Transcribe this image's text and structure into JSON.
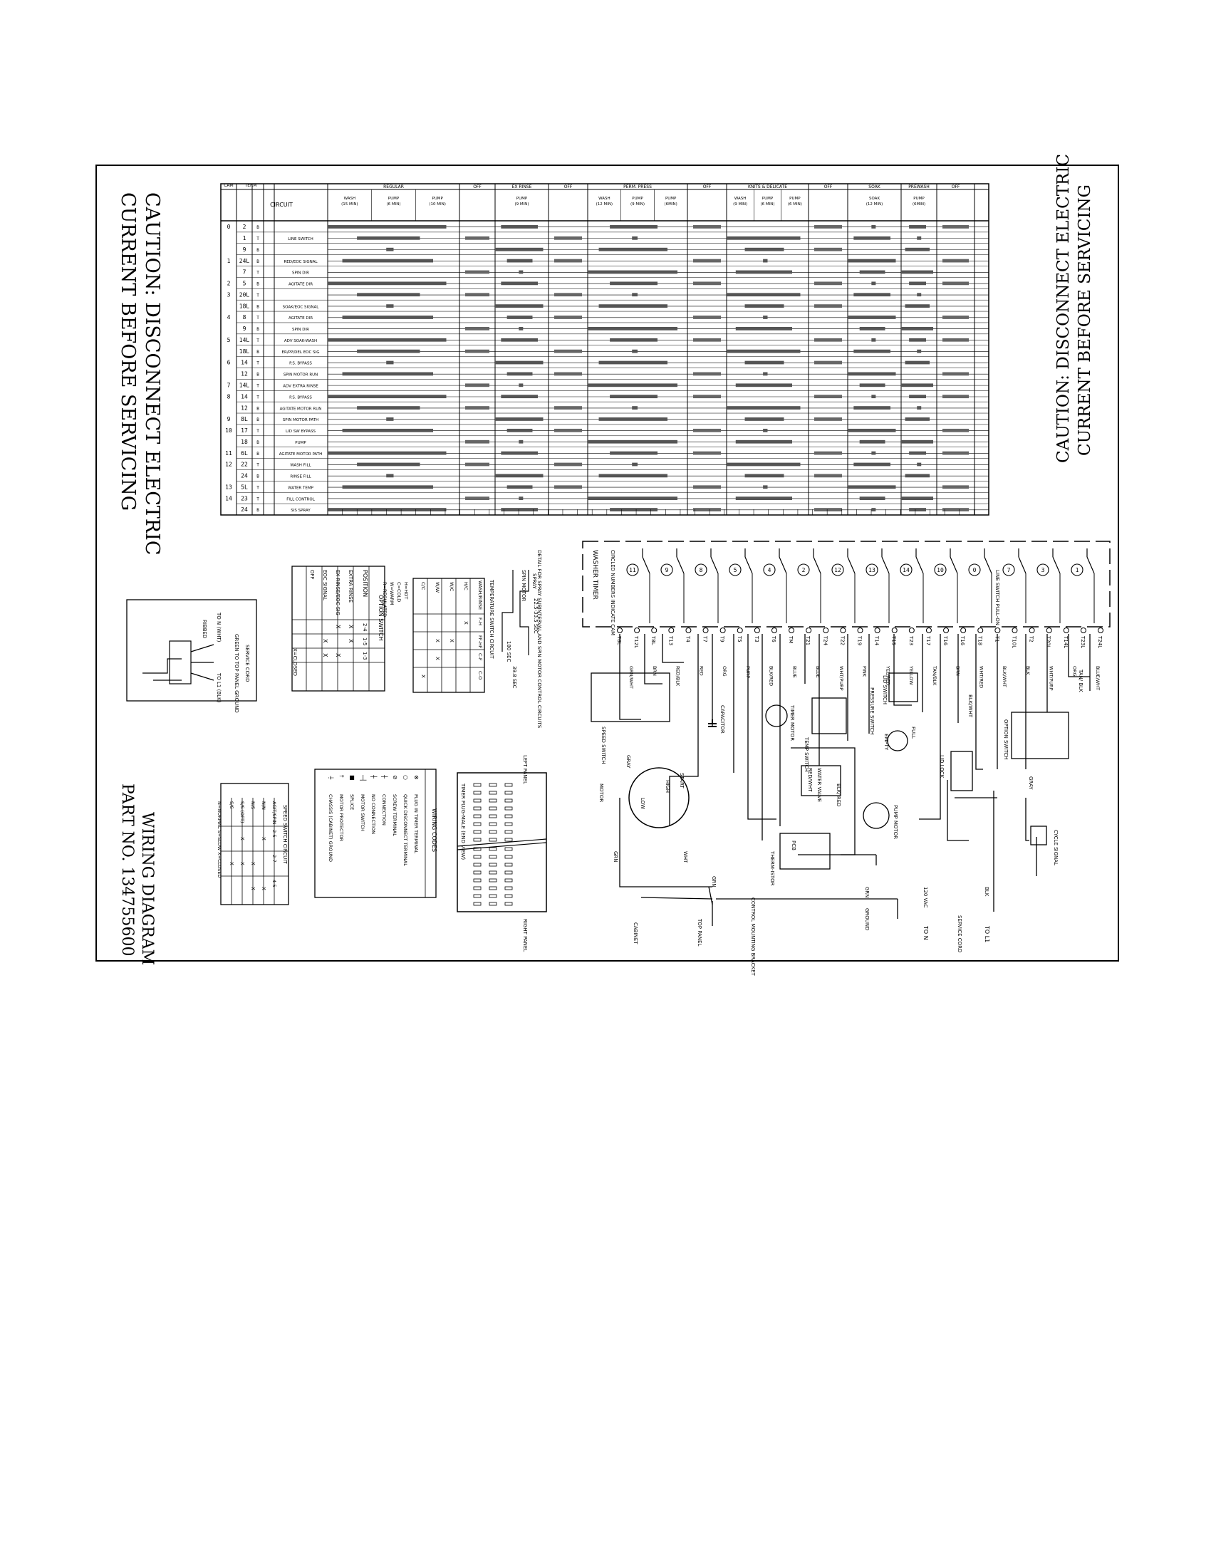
{
  "caution": {
    "line1": "CAUTION: DISCONNECT ELECTRIC",
    "line2": "CURRENT BEFORE SERVICING"
  },
  "title_block": {
    "title": "WIRING DIAGRAM",
    "part_no": "PART NO. 134755600"
  },
  "timer_chart": {
    "header": {
      "cam": "CAM",
      "term": "TERM",
      "circuit": "CIRCUIT"
    },
    "cycles": [
      {
        "name": "REGULAR",
        "cols": [
          "WASH (15 MIN)",
          "PUMP (6 MIN)",
          "PUMP (10 MIN)"
        ]
      },
      {
        "name": "OFF",
        "cols": []
      },
      {
        "name": "EX RINSE",
        "cols": [
          "PUMP (9 MIN)"
        ]
      },
      {
        "name": "OFF",
        "cols": []
      },
      {
        "name": "PERM. PRESS",
        "cols": [
          "WASH (12 MIN)",
          "PUMP (9 MIN)",
          "PUMP (6MIN)"
        ]
      },
      {
        "name": "OFF",
        "cols": []
      },
      {
        "name": "KNITS & DELICATE",
        "cols": [
          "WASH (9 MIN)",
          "PUMP (6 MIN)",
          "PUMP (6 MIN)"
        ]
      },
      {
        "name": "OFF",
        "cols": []
      },
      {
        "name": "SOAK",
        "cols": [
          "SOAK (12 MIN)"
        ]
      },
      {
        "name": "PREWASH",
        "cols": [
          "PUMP (6MIN)"
        ]
      },
      {
        "name": "OFF",
        "cols": []
      }
    ],
    "rows": [
      {
        "cam": "0",
        "term": "2",
        "code": "B",
        "circuit": ""
      },
      {
        "cam": "",
        "term": "1",
        "code": "T",
        "circuit": "LINE SWITCH"
      },
      {
        "cam": "",
        "term": "9",
        "code": "B",
        "circuit": ""
      },
      {
        "cam": "1",
        "term": "24L",
        "code": "B",
        "circuit": "RED/EOC SIGNAL"
      },
      {
        "cam": "",
        "term": "7",
        "code": "T",
        "circuit": "SPIN DIR"
      },
      {
        "cam": "2",
        "term": "5",
        "code": "B",
        "circuit": "AGITATE DIR"
      },
      {
        "cam": "3",
        "term": "20L",
        "code": "T",
        "circuit": ""
      },
      {
        "cam": "",
        "term": "18L",
        "code": "B",
        "circuit": "SOAK/EOC SIGNAL"
      },
      {
        "cam": "4",
        "term": "8",
        "code": "T",
        "circuit": "AGITATE DIR"
      },
      {
        "cam": "",
        "term": "9",
        "code": "B",
        "circuit": "SPIN DIR"
      },
      {
        "cam": "5",
        "term": "14L",
        "code": "T",
        "circuit": "ADV SOAK-WASH"
      },
      {
        "cam": "",
        "term": "18L",
        "code": "B",
        "circuit": "ER/PP/DEL EOC SIG"
      },
      {
        "cam": "6",
        "term": "14",
        "code": "T",
        "circuit": "P.S. BYPASS"
      },
      {
        "cam": "",
        "term": "12",
        "code": "B",
        "circuit": "SPIN MOTOR RUN"
      },
      {
        "cam": "7",
        "term": "14L",
        "code": "T",
        "circuit": "ADV EXTRA RINSE"
      },
      {
        "cam": "8",
        "term": "14",
        "code": "T",
        "circuit": "P.S. BYPASS"
      },
      {
        "cam": "",
        "term": "12",
        "code": "B",
        "circuit": "AGITATE MOTOR RUN"
      },
      {
        "cam": "9",
        "term": "8L",
        "code": "B",
        "circuit": "SPIN MOTOR PATH"
      },
      {
        "cam": "10",
        "term": "17",
        "code": "T",
        "circuit": "LID SW BYPASS"
      },
      {
        "cam": "",
        "term": "18",
        "code": "B",
        "circuit": "PUMP"
      },
      {
        "cam": "11",
        "term": "6L",
        "code": "B",
        "circuit": "AGITATE MOTOR PATH"
      },
      {
        "cam": "12",
        "term": "22",
        "code": "T",
        "circuit": "WASH FILL"
      },
      {
        "cam": "",
        "term": "24",
        "code": "B",
        "circuit": "RINSE FILL"
      },
      {
        "cam": "13",
        "term": "5L",
        "code": "T",
        "circuit": "WATER TEMP"
      },
      {
        "cam": "14",
        "term": "23",
        "code": "T",
        "circuit": "FILL CONTROL"
      },
      {
        "cam": "",
        "term": "24",
        "code": "B",
        "circuit": "SIS SPRAY"
      }
    ]
  },
  "washer_timer": {
    "title": "WASHER TIMER",
    "note": "CIRCLED NUMBERS INDICATE CAM",
    "terminals": [
      "T8L",
      "T12L",
      "T8L",
      "T13",
      "T4",
      "T7",
      "T9",
      "T5",
      "T3",
      "T6",
      "TM",
      "T21",
      "T24",
      "T22",
      "T19",
      "T14",
      "T15",
      "T23",
      "T17",
      "T16",
      "T16",
      "T18",
      "T1",
      "T10L",
      "T2",
      "T20L",
      "T14L",
      "T23L",
      "T24L"
    ],
    "wire_colors": [
      "GRN/WHT",
      "BRN",
      "RED/BLK",
      "RED",
      "ORG",
      "PURP",
      "BLK/RED",
      "BLUE",
      "BLUE",
      "WHT/PURP",
      "PINK",
      "YEL/RED",
      "YELLOW",
      "TAN/BLK",
      "BRN",
      "WHT/RED",
      "BLK/WHT",
      "BLK",
      "WHT/PURP",
      "ORG",
      "BLUE/WHT"
    ]
  },
  "components": {
    "line_switch": "LINE SWITCH PULL-ON",
    "lid_switch": "LID SWITCH",
    "lid_lock": "LID LOCK",
    "option_switch": "OPTION SWITCH",
    "pressure_switch": "PRESSURE SWITCH",
    "full": "FULL",
    "empty": "EMPTY",
    "temp_switch": "TEMP SWITCH",
    "water_valve": "WATER VALVE",
    "timer_motor": "TIMER MOTOR",
    "pump_motor": "PUMP MOTOR",
    "speed_switch": "SPEED SWITCH",
    "capacitor": "CAPACITOR",
    "motor": "MOTOR",
    "start": "START",
    "high": "HIGH",
    "low": "LOW",
    "pcb": "PCB",
    "thermistor": "THERM-ISTOR",
    "cycle_signal": "CYCLE SIGNAL",
    "service_cord": "SERVICE CORD",
    "vac": "120 VAC",
    "to_l1": "TO L1",
    "to_n": "TO N",
    "ground": "GROUND",
    "control_bracket": "CONTROL MOUNTING BRACKET",
    "top_panel": "TOP PANEL",
    "cabinet": "CABINET",
    "grn": "GRN",
    "wht": "WHT",
    "gray": "GRAY",
    "blk": "BLK",
    "tan_blk": "TAN/ BLK",
    "blk_wht": "BLK/WHT",
    "red_wht": "RED/WHT",
    "blk_red": "BLK/ RED",
    "gray_label": "GRAY"
  },
  "option_switch_table": {
    "title": "OPTION SWITCH",
    "headers": [
      "POSITION",
      "2-4",
      "1-5",
      "1-3"
    ],
    "rows": [
      [
        "EXTRA RINSE",
        "X",
        "X",
        ""
      ],
      [
        "EX RINSE/EOC SIG",
        "X",
        "",
        "X"
      ],
      [
        "EOC SIGNAL",
        "",
        "X",
        "X"
      ],
      [
        "OFF",
        "",
        "",
        ""
      ]
    ],
    "note": "X=CLOSED"
  },
  "temp_switch_table": {
    "title": "TEMPERATURE SWITCH CIRCUIT",
    "headers": [
      "WASH/RINSE",
      "F-H",
      "FF-HF",
      "C-F",
      "C-O"
    ],
    "rows": [
      [
        "H/C",
        "X",
        "",
        "",
        ""
      ],
      [
        "W/C",
        "",
        "X",
        "",
        ""
      ],
      [
        "W/W",
        "",
        "X",
        "X",
        ""
      ],
      [
        "C/C",
        "",
        "",
        "",
        "X"
      ]
    ],
    "notes": [
      "H=HOT",
      "C=COLD",
      "W=WARM",
      "R=REGULATED"
    ]
  },
  "spray_detail": {
    "title": "DETAIL FOR SPRAY SUBINTERVAL AND SPIN MOTOR CONTROL CIRCUITS",
    "labels": [
      "SPRAY",
      "SPIN MOTOR",
      "22.5-33.5 SEC",
      "180 SEC",
      "39.8 SEC"
    ]
  },
  "timer_plug": {
    "left": "LEFT PANEL",
    "right": "RIGHT PANEL",
    "caption": "TIMER PLUG-MALE (END VIEW)"
  },
  "service_cord": {
    "ribbed": "RIBBED",
    "to_n": "TO N (WHT)",
    "to_l1": "TO L1 (BLK)",
    "green": "GREEN TO TOP PANEL GROUND",
    "label": "SERVICE CORD"
  },
  "wiring_codes": {
    "title": "WIRING CODES",
    "items": [
      "PLUG IN TIMER TERMINAL",
      "QUICK DISCONNECT TERMINAL",
      "SCREW TERMINAL",
      "CONNECTION",
      "NO CONNECTION",
      "MOTOR SWITCH",
      "SPLICE",
      "MOTOR PROTECTOR",
      "CHASSIS (CABINET) GROUND"
    ]
  },
  "speed_switch_table": {
    "title": "SPEED SWITCH CIRCUIT",
    "headers": [
      "AGIT/SPIN",
      "2-5",
      "2-7",
      "4-5"
    ],
    "rows": [
      [
        "N/N",
        "X",
        "",
        "X"
      ],
      [
        "N/S",
        "",
        "X",
        "X"
      ],
      [
        "S/S (OPT)",
        "X",
        "X",
        ""
      ],
      [
        "S/S",
        "",
        "X",
        ""
      ]
    ],
    "notes": "N=NORMAL   S=SLOW   X=CLOSED"
  }
}
